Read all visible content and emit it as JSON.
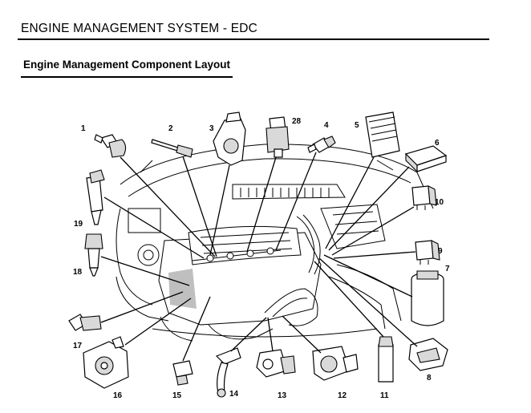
{
  "header": {
    "title": "ENGINE MANAGEMENT SYSTEM - EDC",
    "subtitle": "Engine Management Component Layout"
  },
  "callouts": [
    {
      "id": "1",
      "label": "1"
    },
    {
      "id": "2",
      "label": "2"
    },
    {
      "id": "3",
      "label": "3"
    },
    {
      "id": "28",
      "label": "28"
    },
    {
      "id": "4",
      "label": "4"
    },
    {
      "id": "5",
      "label": "5"
    },
    {
      "id": "6",
      "label": "6"
    },
    {
      "id": "10",
      "label": "10"
    },
    {
      "id": "9",
      "label": "9"
    },
    {
      "id": "7",
      "label": "7"
    },
    {
      "id": "8",
      "label": "8"
    },
    {
      "id": "11",
      "label": "11"
    },
    {
      "id": "12",
      "label": "12"
    },
    {
      "id": "13",
      "label": "13"
    },
    {
      "id": "14",
      "label": "14"
    },
    {
      "id": "15",
      "label": "15"
    },
    {
      "id": "16",
      "label": "16"
    },
    {
      "id": "17",
      "label": "17"
    },
    {
      "id": "18",
      "label": "18"
    },
    {
      "id": "19",
      "label": "19"
    }
  ]
}
